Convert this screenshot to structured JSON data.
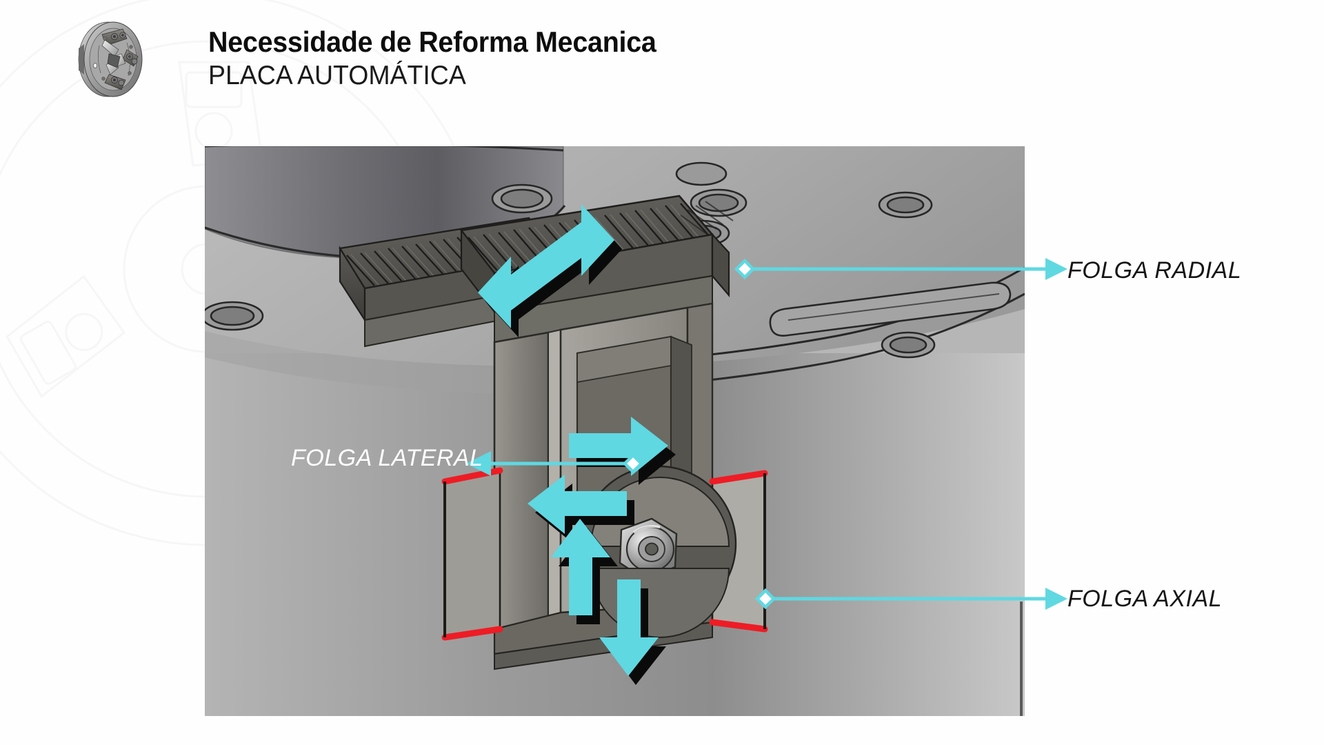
{
  "slide": {
    "background_color": "#fefefe",
    "title": "Necessidade de Reforma Mecanica",
    "subtitle": "PLACA AUTOMÁTICA",
    "logo_name": "three-jaw-chuck-logo",
    "watermark_name": "chuck-watermark"
  },
  "figure": {
    "name": "lathe-chuck-jaw-cutaway-diagram",
    "description": "Vista em corte da placa automática mostrando castanha, porta-castanha e parafuso",
    "colors": {
      "accent_cyan": "#5FD8E2",
      "shadow_black": "#0a0a0a",
      "highlight_red": "#EE1C25",
      "body_gray_light": "#b9b9b9",
      "body_gray_mid": "#8e8e8e",
      "body_gray_dark": "#6b6b6b",
      "teeth_dark": "#4a4a48"
    }
  },
  "callouts": [
    {
      "id": "radial",
      "label": "FOLGA RADIAL",
      "color": "#151515",
      "direction": "right"
    },
    {
      "id": "lateral",
      "label": "FOLGA LATERAL",
      "color": "#ffffff",
      "direction": "left"
    },
    {
      "id": "axial",
      "label": "FOLGA AXIAL",
      "color": "#151515",
      "direction": "right"
    }
  ],
  "motion_arrows": [
    {
      "name": "radial-double-arrow",
      "axis": "radial",
      "style": "double-headed diagonal"
    },
    {
      "name": "lateral-right-arrow",
      "axis": "lateral",
      "style": "single right"
    },
    {
      "name": "lateral-left-arrow",
      "axis": "lateral",
      "style": "single left"
    },
    {
      "name": "axial-up-arrow",
      "axis": "axial",
      "style": "single up"
    },
    {
      "name": "axial-down-arrow",
      "axis": "axial",
      "style": "single down"
    }
  ]
}
